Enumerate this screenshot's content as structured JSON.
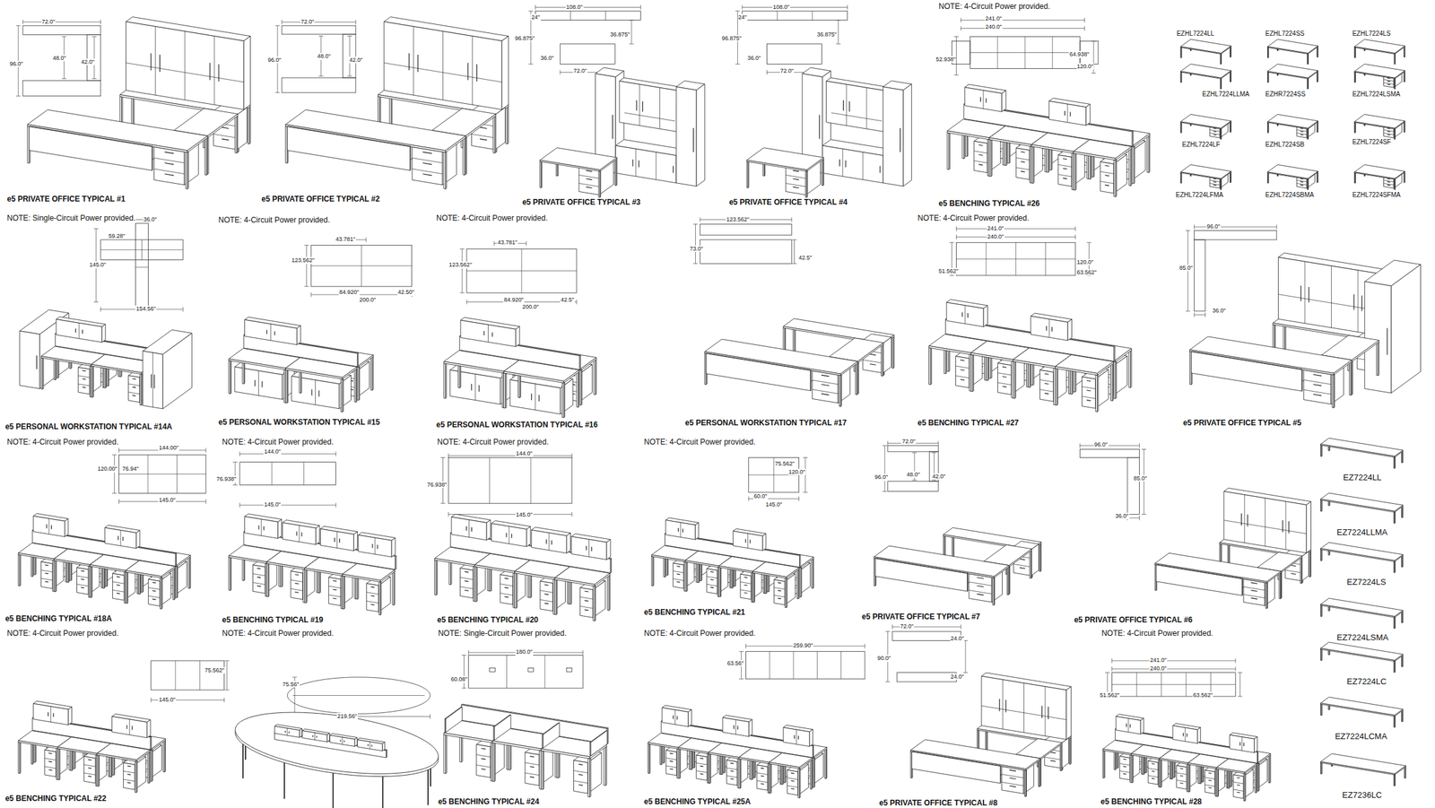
{
  "diagram": {
    "labels": [
      "72.0\"",
      "96.0\"",
      "48.0\"",
      "42.0\"",
      "e5 PRIVATE OFFICE TYPICAL #1",
      "72.0\"",
      "96.0\"",
      "48.0\"",
      "42.0\"",
      "e5 PRIVATE OFFICE TYPICAL #2",
      "108.0\"",
      "24\"",
      "96.875\"",
      "36.875\"",
      "36.0\"",
      "72.0\"",
      "e5 PRIVATE OFFICE TYPICAL #3",
      "108.0\"",
      "24\"",
      "96.875\"",
      "36.875\"",
      "36.0\"",
      "72.0\"",
      "e5 PRIVATE OFFICE TYPICAL #4",
      "NOTE: 4-Circuit Power provided.",
      "241.0\"",
      "240.0\"",
      "52.938\"",
      "64.938\"",
      "120.0\"",
      "e5 BENCHING TYPICAL #26",
      "EZHL7224LL",
      "EZHL7224SS",
      "EZHL7224LS",
      "EZHL7224LLMA",
      "EZHR7224SS",
      "EZHL7224LSMA",
      "EZHL7224LF",
      "EZHL7224SB",
      "EZHL7224SF",
      "EZHL7224LFMA",
      "EZHL7224SBMA",
      "EZHL7224SFMA",
      "NOTE: Single-Circuit Power provided.",
      "36.0\"",
      "59.28\"",
      "145.0\"",
      "154.56\"",
      "e5 PERSONAL WORKSTATION TYPICAL #14A",
      "NOTE: 4-Circuit Power provided.",
      "43.781\"",
      "123.562\"",
      "84.920\"",
      "200.0\"",
      "42.50\"",
      "e5 PERSONAL WORKSTATION TYPICAL #15",
      "NOTE: 4-Circuit Power provided.",
      "43.781\"",
      "123.562\"",
      "84.920\"",
      "42.5\"",
      "200.0\"",
      "e5 PERSONAL WORKSTATION TYPICAL #16",
      "123.562\"",
      "73.0\"",
      "42.5\"",
      "e5 PERSONAL WORKSTATION TYPICAL #17",
      "NOTE: 4-Circuit Power provided.",
      "241.0\"",
      "240.0\"",
      "51.562\"",
      "120.0\"",
      "63.562\"",
      "e5 BENCHING TYPICAL #27",
      "96.0\"",
      "85.0\"",
      "36.0\"",
      "e5 PRIVATE OFFICE TYPICAL #5",
      "NOTE: 4-Circuit Power provided.",
      "144.00\"",
      "120.00\"",
      "76.94\"",
      "145.0\"",
      "e5 BENCHING TYPICAL #18A",
      "NOTE: 4-Circuit Power provided.",
      "144.0\"",
      "76.938\"",
      "145.0\"",
      "e5 BENCHING TYPICAL #19",
      "NOTE: 4-Circuit Power provided.",
      "144.0\"",
      "76.938\"",
      "145.0\"",
      "e5 BENCHING TYPICAL #20",
      "NOTE: 4-Circuit Power provided.",
      "75.562\"",
      "120.0\"",
      "60.0\"",
      "145.0\"",
      "e5 BENCHING TYPICAL #21",
      "72.0\"",
      "96.0\"",
      "48.0\"",
      "42.0\"",
      "e5 PRIVATE OFFICE TYPICAL #7",
      "96.0\"",
      "85.0\"",
      "36.0\"",
      "e5 PRIVATE OFFICE TYPICAL #6",
      "EZ7224LL",
      "EZ7224LLMA",
      "EZ7224LS",
      "EZ7224LSMA",
      "EZ7224LC",
      "EZ7224LCMA",
      "EZ7236LC",
      "NOTE: 4-Circuit Power provided.",
      "75.562\"",
      "145.0\"",
      "e5 BENCHING TYPICAL #22",
      "NOTE: 4-Circuit Power provided.",
      "75.56\"",
      "219.56\"",
      "NOTE: Single-Circuit Power provided.",
      "180.0\"",
      "60.08\"",
      "e5 BENCHING TYPICAL #24",
      "NOTE: 4-Circuit Power provided.",
      "259.90\"",
      "63.56\"",
      "e5 BENCHING TYPICAL #25A",
      "72.0\"",
      "24.0\"",
      "90.0\"",
      "24.0\"",
      "e5 PRIVATE OFFICE TYPICAL #8",
      "NOTE: 4-Circuit Power provided.",
      "241.0\"",
      "240.0\"",
      "51.562\"",
      "63.562\"",
      "e5 BENCHING TYPICAL #28"
    ]
  }
}
